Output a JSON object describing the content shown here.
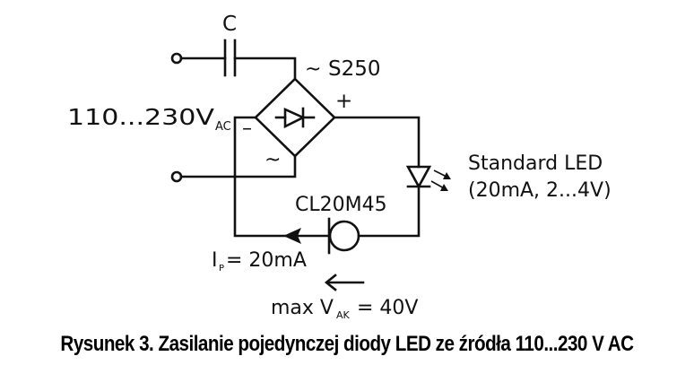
{
  "figure": {
    "capacitor_label": "C",
    "bridge_label": "S250",
    "bridge_ac_symbol": "~",
    "bridge_plus": "+",
    "bridge_minus": "–",
    "supply_voltage": "110...230V",
    "supply_voltage_sub": "AC",
    "led_label_line1": "Standard LED",
    "led_label_line2": "(20mA, 2...4V)",
    "regulator_label": "CL20M45",
    "current_label_main": "I",
    "current_label_sub": "P",
    "current_label_value": "= 20mA",
    "vak_label_main": "max V",
    "vak_label_sub": "AK",
    "vak_label_value": " = 40V"
  },
  "caption": "Rysunek 3. Zasilanie pojedynczej diody LED ze źródła 110...230 V AC",
  "icons": {
    "terminal": "input-terminal-icon",
    "capacitor": "capacitor-icon",
    "bridge": "bridge-rectifier-icon",
    "led": "led-icon",
    "regulator": "current-regulator-icon",
    "arrow": "arrow-left-icon"
  }
}
